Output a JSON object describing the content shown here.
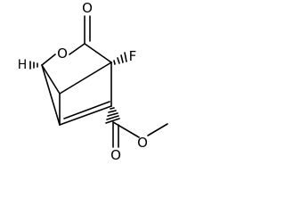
{
  "atoms": {
    "ring_oxygen": "O",
    "carbonyl_oxygen_lactone": "O",
    "fluorine": "F",
    "ester_carbonyl_oxygen": "O",
    "ester_ether_oxygen": "O",
    "bridgehead_hydrogen": "H"
  }
}
